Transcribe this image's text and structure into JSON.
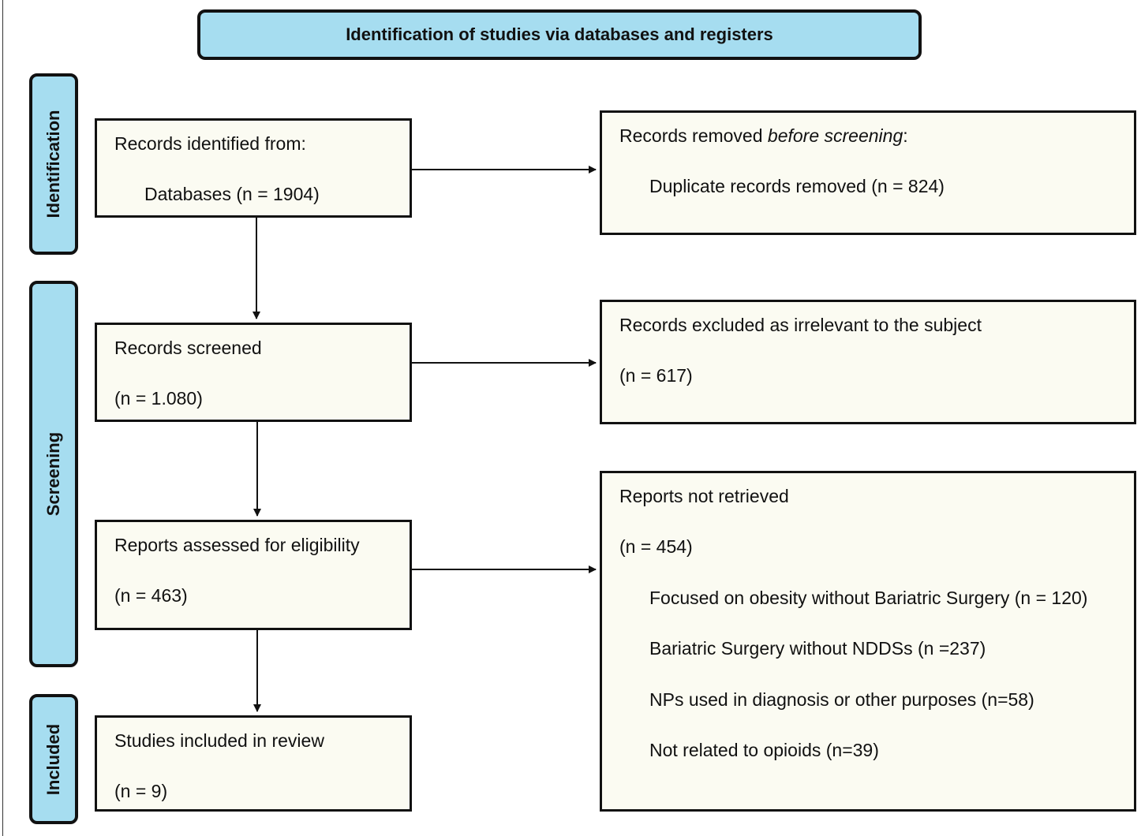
{
  "header": {
    "title": "Identification of studies via databases and registers"
  },
  "stages": [
    {
      "id": "identification",
      "label": "Identification"
    },
    {
      "id": "screening",
      "label": "Screening"
    },
    {
      "id": "included",
      "label": "Included"
    }
  ],
  "boxes": {
    "identified": {
      "title": "Records identified from:",
      "detail": "Databases (n = 1904)"
    },
    "removed": {
      "title_pre": "Records removed ",
      "title_em": "before screening",
      "title_post": ":",
      "detail": "Duplicate records removed (n = 824)"
    },
    "screened": {
      "title": "Records screened",
      "count": "(n = 1.080)"
    },
    "excluded": {
      "title": "Records excluded as irrelevant to the subject",
      "count": "(n = 617)"
    },
    "assessed": {
      "title": "Reports assessed for eligibility",
      "count": "(n = 463)"
    },
    "not_retrieved": {
      "title": "Reports not retrieved",
      "count": "(n = 454)",
      "reasons": [
        "Focused on obesity without Bariatric Surgery (n = 120)",
        "Bariatric Surgery without NDDSs (n =237)",
        "NPs used in diagnosis or other purposes (n=58)",
        "Not related to opioids (n=39)"
      ]
    },
    "included": {
      "title": "Studies included in review",
      "count": "(n = 9)"
    }
  }
}
